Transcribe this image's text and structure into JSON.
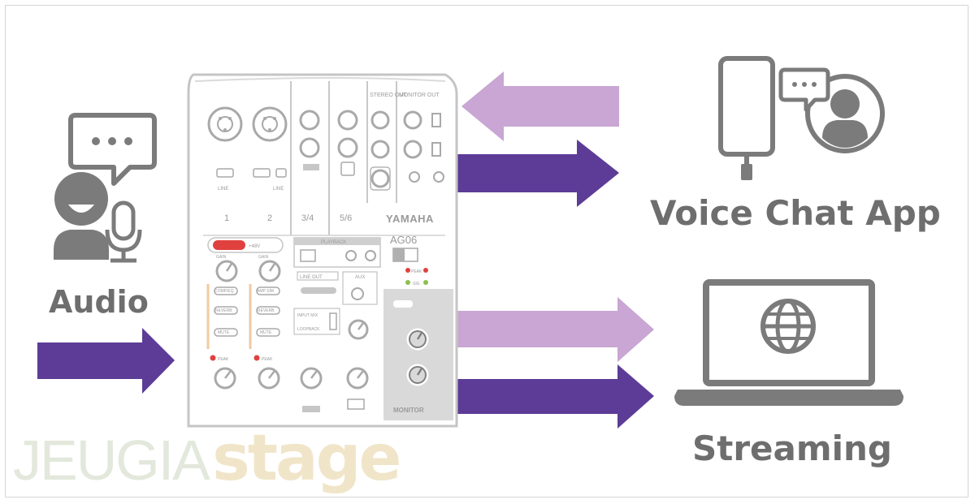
{
  "labels": {
    "audio": "Audio",
    "voice_chat_app": "Voice Chat App",
    "streaming": "Streaming"
  },
  "mixer": {
    "brand": "YAMAHA",
    "model": "AG06",
    "channels": [
      "1",
      "2",
      "3/4",
      "5/6"
    ],
    "stereo_out": "STEREO OUT",
    "monitor_out": "MONITOR OUT",
    "phantom": "+48V",
    "playback": "PLAYBACK",
    "line_out": "LINE OUT",
    "aux": "AUX",
    "loopback": "LOOPBACK",
    "input_mix": "INPUT MIX",
    "peak": "PEAK",
    "sig": "SIG",
    "comp_eq": "COMP/EQ",
    "amp_sim": "AMP SIM",
    "reverb": "REVERB",
    "mute": "MUTE",
    "monitor": "MONITOR",
    "gain": "GAIN",
    "line": "LINE"
  },
  "watermark": {
    "part1": "JEUGIA",
    "part2": "stage"
  },
  "colors": {
    "arrow_dark": "#5c3c97",
    "arrow_light": "#c9a6d3",
    "icon_gray": "#7b7b7b",
    "label_gray": "#6e6e6e",
    "peak_red": "#e0413f",
    "sig_green": "#8cbf4e",
    "watermark_gray": "#e3e8dc",
    "watermark_tan": "#f1e5c9"
  },
  "icons": {
    "speaker": "user-speaking-icon",
    "speech_left": "speech-bubble-icon",
    "microphone": "microphone-icon",
    "phone": "smartphone-icon",
    "speech_right": "speech-bubble-icon",
    "avatar": "user-avatar-icon",
    "laptop": "laptop-icon",
    "globe": "globe-icon"
  }
}
